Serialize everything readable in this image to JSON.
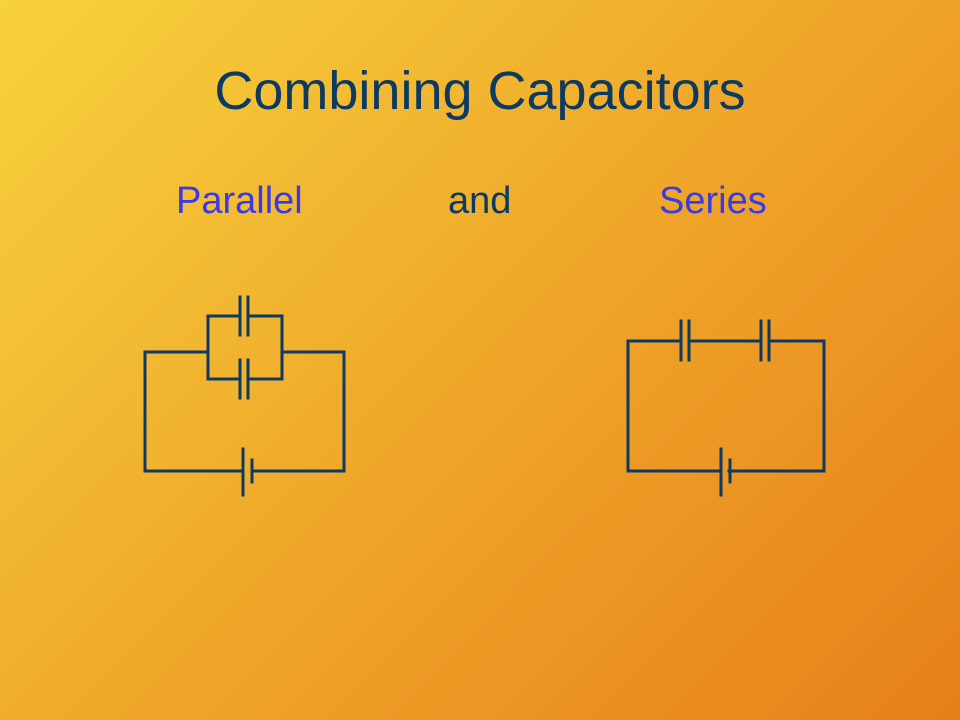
{
  "slide": {
    "title": "Combining Capacitors",
    "labels": {
      "parallel": "Parallel",
      "and": "and",
      "series": "Series"
    }
  },
  "colors": {
    "title": "#0c3a63",
    "accent": "#3a3ae6",
    "wire": "#0c3a63",
    "background_start": "#f7d23c",
    "background_end": "#e77f1a"
  }
}
